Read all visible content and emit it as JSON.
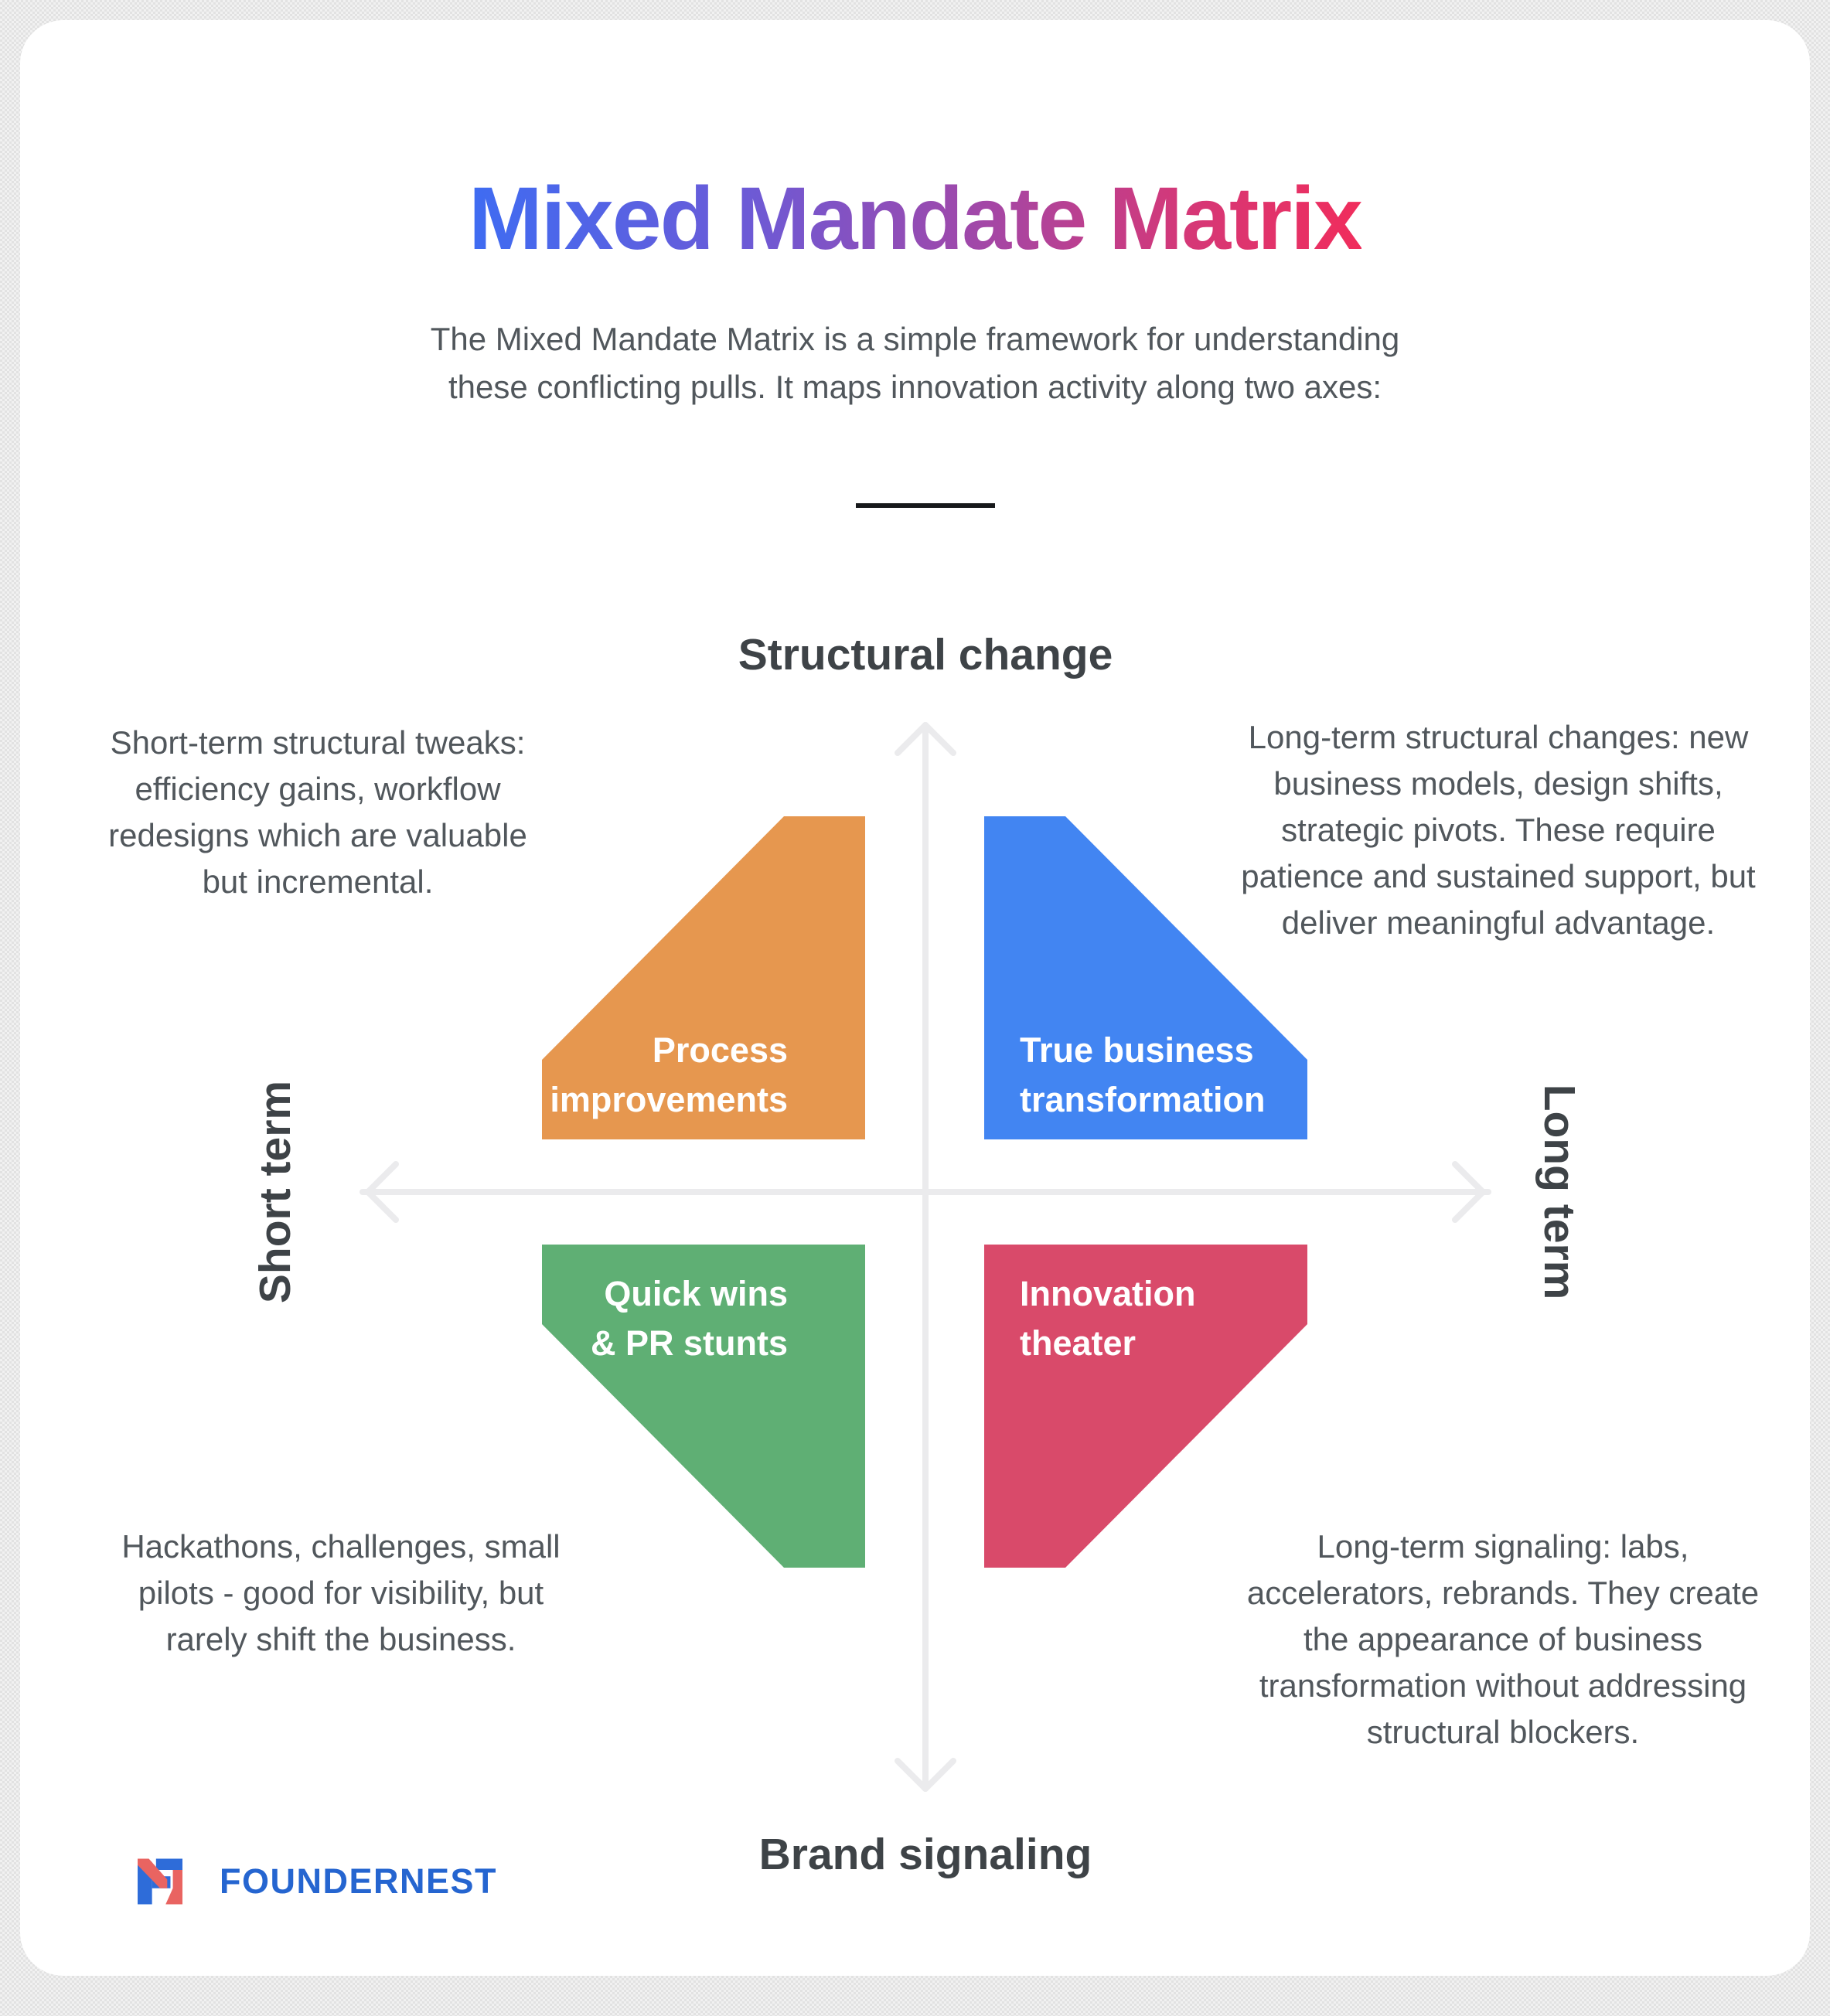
{
  "title": "Mixed Mandate Matrix",
  "subtitle_lines": [
    "The Mixed Mandate Matrix is a simple framework for understanding",
    "these conflicting pulls. It maps innovation activity along two axes:"
  ],
  "matrix": {
    "axis_labels": {
      "top": "Structural change",
      "bottom": "Brand signaling",
      "left": "Short term",
      "right": "Long term"
    },
    "quadrants": {
      "top_left": {
        "label_lines": [
          "Process",
          "improvements"
        ]
      },
      "top_right": {
        "label_lines": [
          "True business",
          "transformation"
        ]
      },
      "bottom_left": {
        "label_lines": [
          "Quick wins",
          "& PR stunts"
        ]
      },
      "bottom_right": {
        "label_lines": [
          "Innovation",
          "theater"
        ]
      }
    },
    "corner_notes": {
      "top_left_lines": [
        "Short-term structural tweaks:",
        "efficiency gains, workflow",
        "redesigns which are valuable",
        "but incremental."
      ],
      "top_right_lines": [
        "Long-term structural changes: new",
        "business models, design shifts,",
        "strategic pivots. These require",
        "patience and sustained support, but",
        "deliver meaningful advantage."
      ],
      "bottom_left_lines": [
        "Hackathons, challenges, small",
        "pilots - good for visibility, but",
        "rarely shift the business."
      ],
      "bottom_right_lines": [
        "Long-term signaling: labs,",
        "accelerators, rebrands. They create",
        "the appearance of business",
        "transformation without addressing",
        "structural blockers."
      ]
    }
  },
  "footer": {
    "brand": "FOUNDERNEST"
  },
  "colors": {
    "quadrant_orange": "#E6974F",
    "quadrant_blue": "#4285F2",
    "quadrant_green": "#5FAF74",
    "quadrant_red": "#D94A6A",
    "axis_gray": "#EBEBED",
    "title_gradient_start": "#3E6CF2",
    "title_gradient_mid": "#9D49AC",
    "title_gradient_end": "#F02D5C",
    "brand_blue": "#2565D0",
    "logo_blue": "#2E6CD9",
    "logo_red": "#E96461"
  }
}
